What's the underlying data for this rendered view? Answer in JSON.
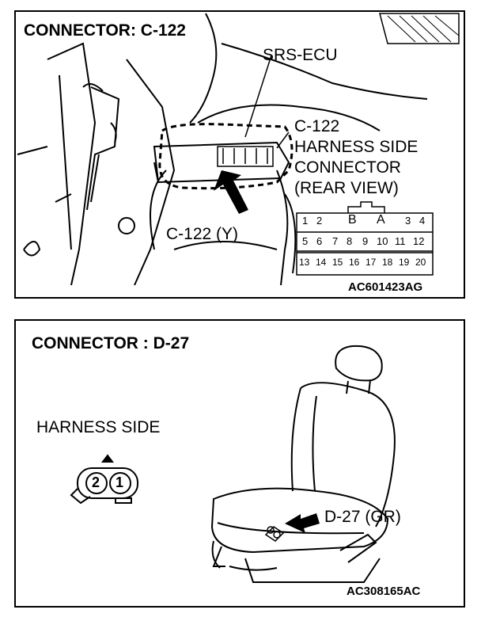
{
  "panel_top": {
    "title": "CONNECTOR: C-122",
    "ecu_label": "SRS-ECU",
    "connector_label_lines": [
      "C-122",
      "HARNESS SIDE",
      "CONNECTOR",
      "(REAR VIEW)"
    ],
    "pointer_label": "C-122 (Y)",
    "pin_rows": [
      [
        "1",
        "2",
        "B",
        "A",
        "3",
        "4"
      ],
      [
        "5",
        "6",
        "7",
        "8",
        "9",
        "10",
        "11",
        "12"
      ],
      [
        "13",
        "14",
        "15",
        "16",
        "17",
        "18",
        "19",
        "20"
      ]
    ],
    "code": "AC601423AG"
  },
  "panel_bottom": {
    "title": "CONNECTOR : D-27",
    "harness_label": "HARNESS SIDE",
    "pins": [
      "2",
      "1"
    ],
    "pointer_label": "D-27 (GR)",
    "code": "AC308165AC"
  }
}
